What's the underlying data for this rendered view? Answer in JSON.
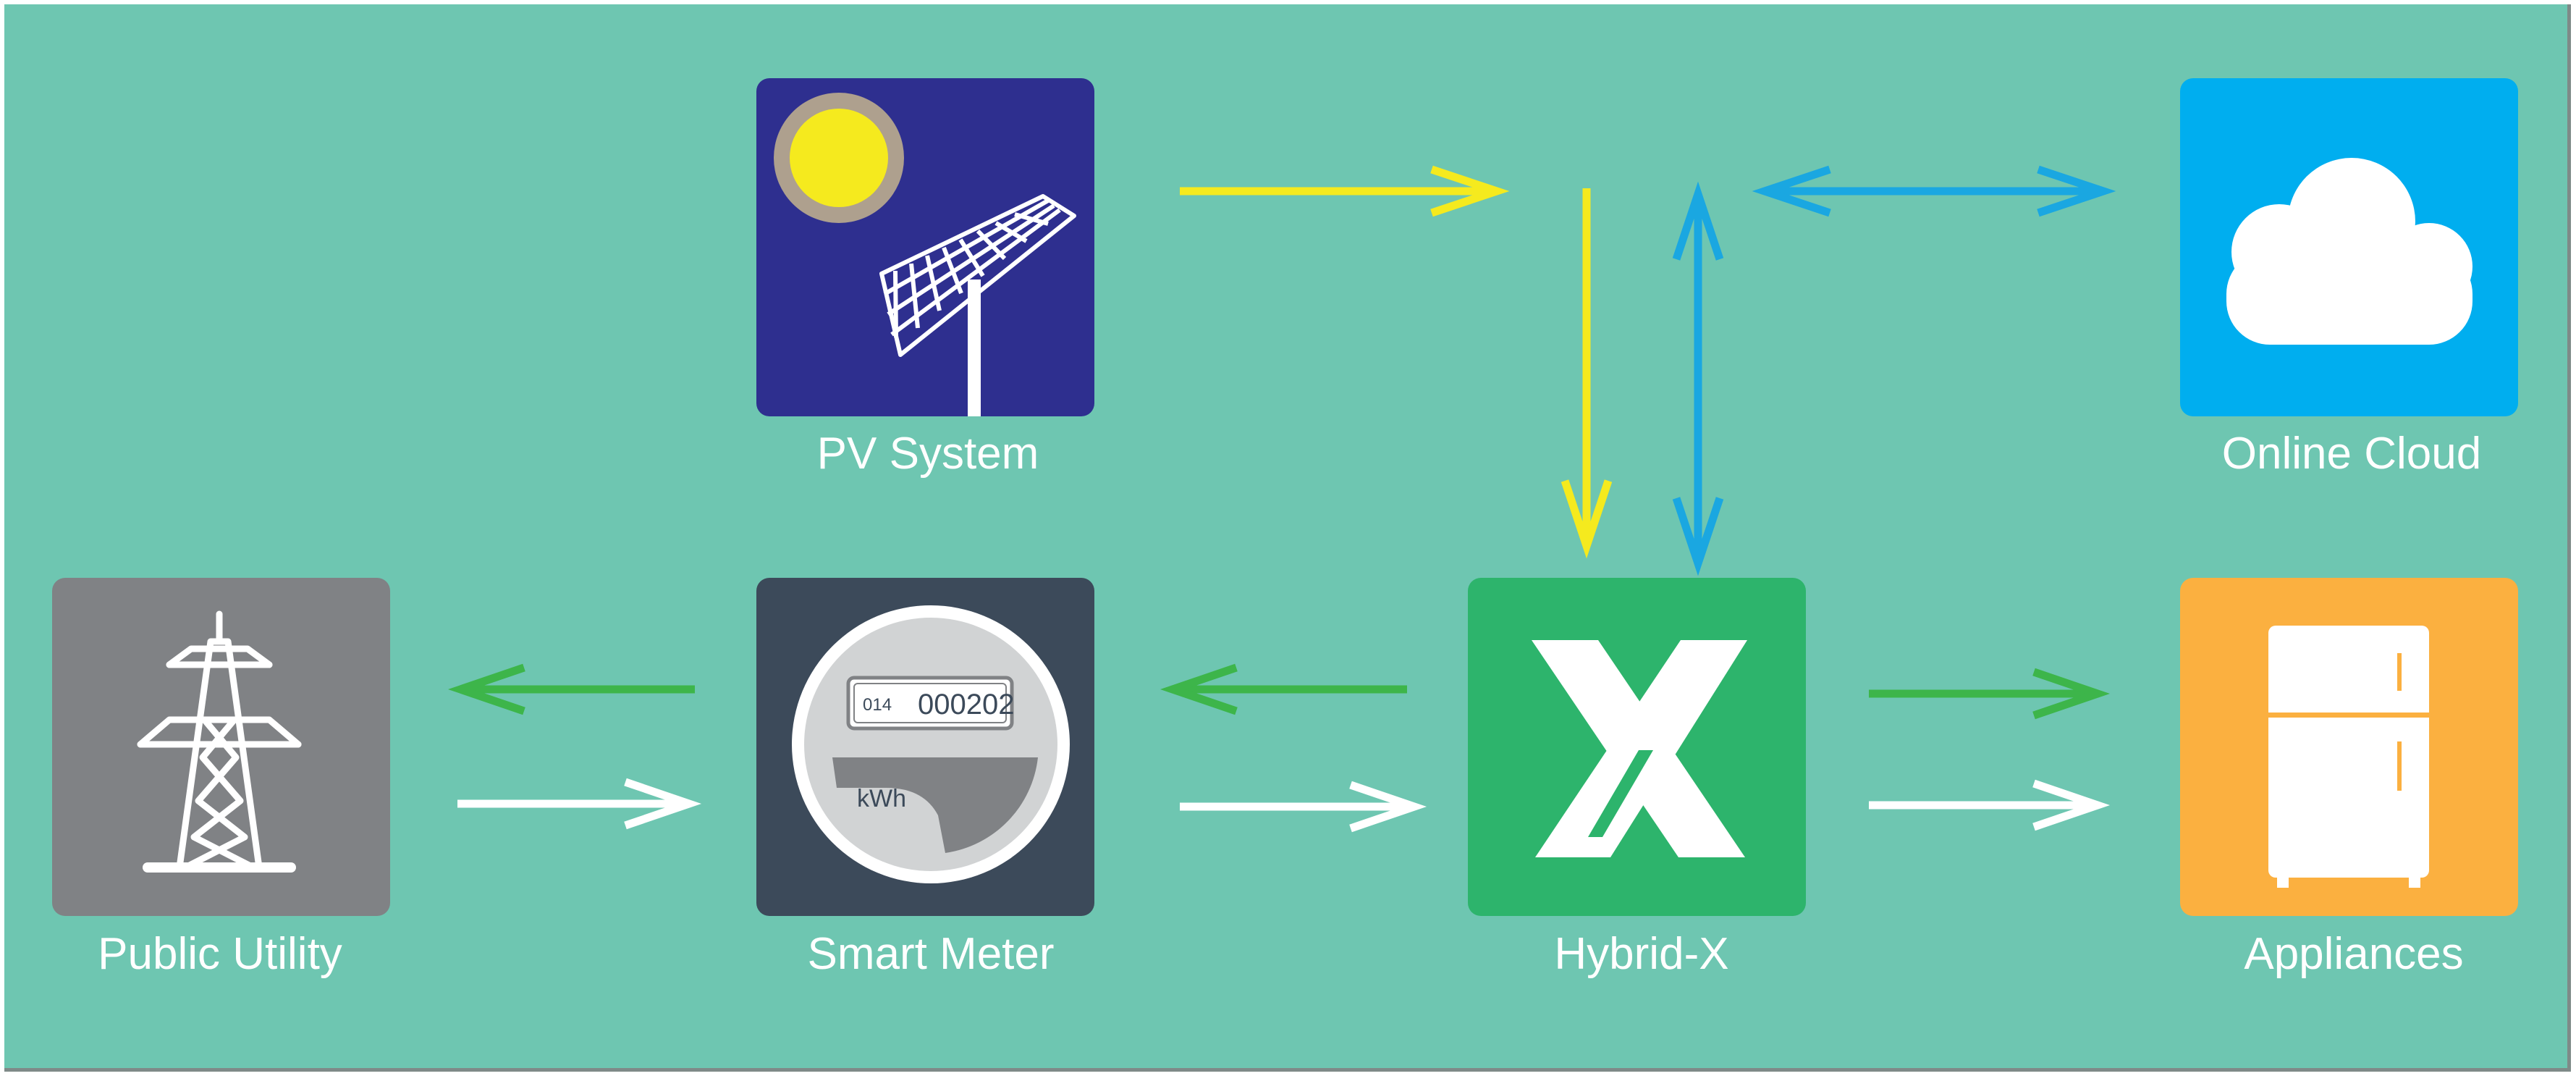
{
  "nodes": {
    "pv_system": {
      "label": "PV System",
      "color": "#2e2f8f",
      "icon": "solar-panel-icon"
    },
    "online_cloud": {
      "label": "Online Cloud",
      "color": "#00aeef",
      "icon": "cloud-icon"
    },
    "public_utility": {
      "label": "Public Utility",
      "color": "#808285",
      "icon": "power-pylon-icon"
    },
    "smart_meter": {
      "label": "Smart Meter",
      "color": "#3c4a5a",
      "icon": "electric-meter-icon",
      "display_code": "014",
      "display_value": "000202",
      "unit": "kWh"
    },
    "hybrid_x": {
      "label": "Hybrid-X",
      "color": "#2db46c",
      "icon": "hybrid-x-logo-icon"
    },
    "appliances": {
      "label": "Appliances",
      "color": "#fbb040",
      "icon": "refrigerator-icon"
    }
  },
  "flow_colors": {
    "solar": "#f5ea1e",
    "data": "#1aa7e1",
    "grid_export": "#3db54a",
    "grid_import": "#ffffff",
    "background": "#6ec6b1"
  }
}
